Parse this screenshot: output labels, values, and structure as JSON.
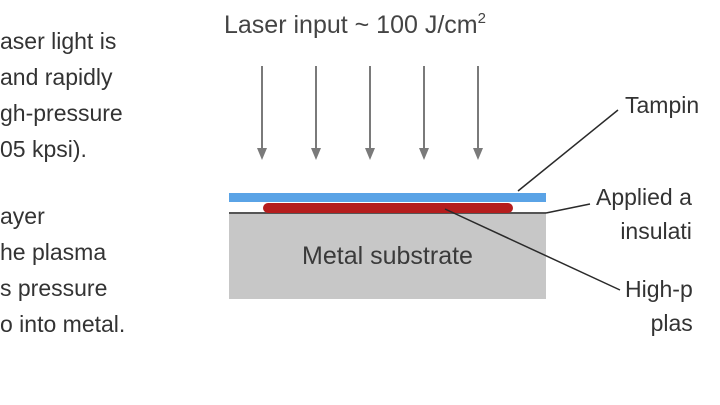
{
  "left_text": {
    "paragraph1": [
      "aser light is",
      "and rapidly",
      "gh-pressure",
      "05 kpsi)."
    ],
    "paragraph2": [
      "ayer",
      "he plasma",
      "s pressure",
      "o into metal."
    ]
  },
  "title": {
    "prefix": "Laser input ~ 100 J/cm",
    "superscript": "2"
  },
  "labels": {
    "substrate": "Metal substrate",
    "tamping": "Tampin",
    "applied": [
      "Applied a",
      "insulati"
    ],
    "plasma": [
      "High-p",
      "plas"
    ]
  },
  "colors": {
    "tamping_layer": "#5aa3e6",
    "plasma": "#b51d1d",
    "substrate": "#c7c7c7",
    "arrows": "#7a7a7a",
    "leaders": "#2a2a2a"
  },
  "laser_arrow_count": 5
}
